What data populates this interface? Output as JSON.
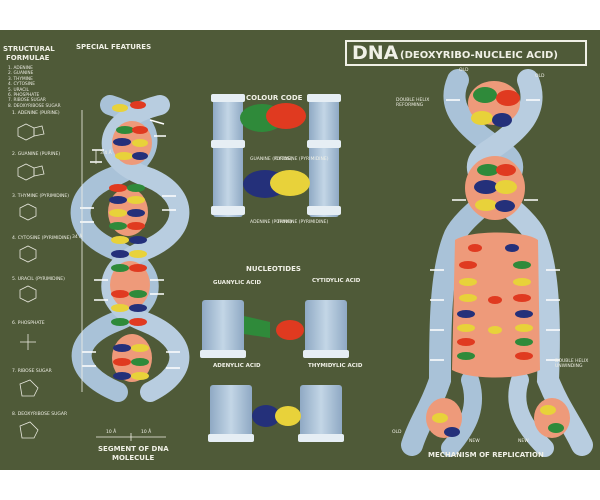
{
  "header": {
    "title": "DNA",
    "subtitle": "(DEOXYRIBO-NUCLEIC ACID)"
  },
  "structural": {
    "heading_line1": "STRUCTURAL",
    "heading_line2": "FORMULAE",
    "items": [
      "1. ADENINE",
      "2. GUANINE",
      "3. THYMINE",
      "4. CYTOSINE",
      "5. URACIL",
      "6. PHOSPHATE",
      "7. RIBOSE SUGAR",
      "8. DEOXYRIBOSE SUGAR"
    ],
    "formula_labels": [
      "1. ADENINE (PURINE)",
      "2. GUANINE (PURINE)",
      "3. THYMINE (PYRIMIDINE)",
      "4. CYTOSINE (PYRIMIDINE)",
      "5. URACIL (PYRIMIDINE)",
      "6. PHOSPHATE",
      "7. RIBOSE SUGAR",
      "8. DEOXYRIBOSE SUGAR"
    ]
  },
  "special": {
    "heading": "SPECIAL FEATURES"
  },
  "colour_code": {
    "heading": "COLOUR CODE",
    "guanine": "GUANINE (PURINE)",
    "cytosine": "CYTOSINE (PYRIMIDINE)",
    "adenine": "ADENINE (PURINE)",
    "thymine": "THYMINE (PYRIMIDINE)"
  },
  "nucleotides": {
    "heading": "NUCLEOTIDES",
    "guanylic": "GUANYLIC ACID",
    "cytidylic": "CYTIDYLIC ACID",
    "adenylic": "ADENYLIC ACID",
    "thymidylic": "THYMIDYLIC ACID"
  },
  "segment": {
    "line1": "SEGMENT OF DNA",
    "line2": "MOLECULE",
    "pitch": "34 Å",
    "spacing": "3.4 Å",
    "width_left": "10 Å",
    "width_right": "10 Å"
  },
  "replication": {
    "heading": "MECHANISM OF REPLICATION",
    "reforming": "DOUBLE HELIX REFORMING",
    "unwinding": "DOUBLE HELIX UNWINDING",
    "old_top_left": "OLD",
    "old_top_right": "OLD",
    "old_bottom": "OLD",
    "new_left": "NEW",
    "new_right": "NEW"
  },
  "colors": {
    "board": "#4f5a38",
    "backbone": "#a9c2d8",
    "core": "#ee9a7a",
    "guanine": "#2f8a3a",
    "cytosine": "#e03a20",
    "adenine": "#24307a",
    "thymine": "#e8d23a"
  }
}
